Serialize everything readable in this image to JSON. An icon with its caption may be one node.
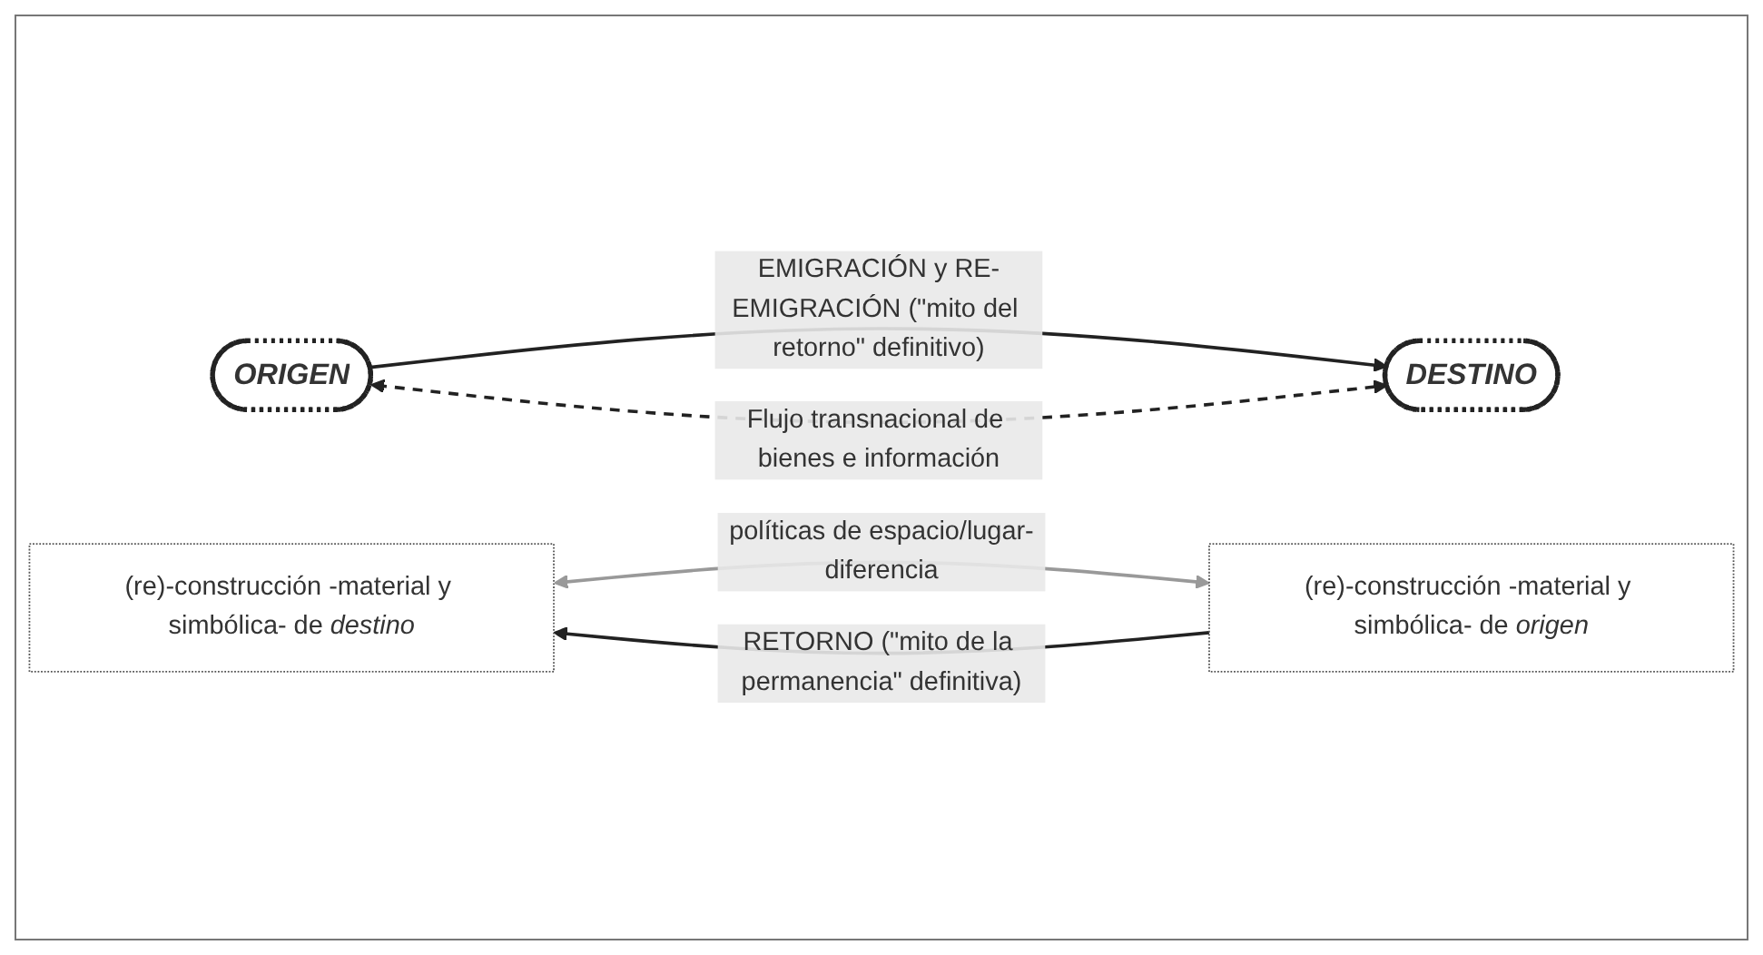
{
  "diagram": {
    "nodes": [
      {
        "text": [
          "ORIGEN"
        ]
      },
      {
        "text": [
          "DESTINO"
        ]
      },
      {
        "text": [
          "(re)-construcción -material y simbólica- de *destino*"
        ]
      },
      {
        "text": [
          "(re)-construcción -material y simbólica- de *origen*"
        ]
      }
    ],
    "edges": [
      {
        "from": 0,
        "to": 1,
        "arrow": "to",
        "label": "EMIGRACIÓN y RE-EMIGRACIÓN (\"mito del retorno\" definitivo)"
      },
      {
        "from": 0,
        "to": 1,
        "arrow": "both",
        "style": "dashed",
        "label": "Flujo transnacional de bienes e información"
      },
      {
        "from": 2,
        "to": 3,
        "arrow": "both",
        "color": "#999999",
        "label": "políticas de espacio/lugar-diferencia"
      },
      {
        "from": 3,
        "to": 2,
        "arrow": "to",
        "label": "RETORNO (\"mito de la permanencia\" definitiva)"
      }
    ]
  }
}
